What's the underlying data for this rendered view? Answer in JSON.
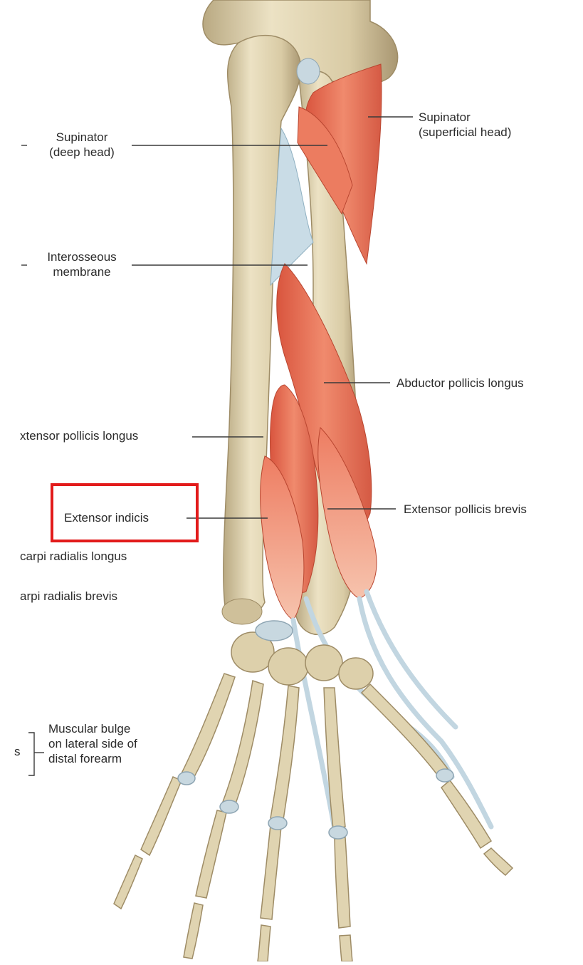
{
  "labels": {
    "supinator_superficial_line1": "Supinator",
    "supinator_superficial_line2": "(superficial head)",
    "supinator_deep_line1": "Supinator",
    "supinator_deep_line2": "(deep head)",
    "interosseous_line1": "Interosseous",
    "interosseous_line2": "membrane",
    "abductor_pollicis_longus": "Abductor pollicis longus",
    "extensor_pollicis_longus": "xtensor pollicis longus",
    "extensor_indicis": "Extensor indicis",
    "extensor_pollicis_brevis": "Extensor pollicis brevis",
    "carpi_radialis_longus": "carpi radialis longus",
    "carpi_radialis_brevis": "arpi radialis brevis",
    "bulge_line1": "Muscular bulge",
    "bulge_line2": "on lateral side of",
    "bulge_line3": "distal forearm",
    "bulge_left_fragment": "s"
  },
  "highlight": {
    "target": "Extensor indicis",
    "color": "#e21b1b"
  },
  "colors": {
    "bone": "#e2d6b4",
    "bone_shadow": "#b9a982",
    "muscle": "#e8735a",
    "muscle_light": "#f3a283",
    "tendon": "#c9dce6",
    "leader_line": "#3a3a3a"
  }
}
